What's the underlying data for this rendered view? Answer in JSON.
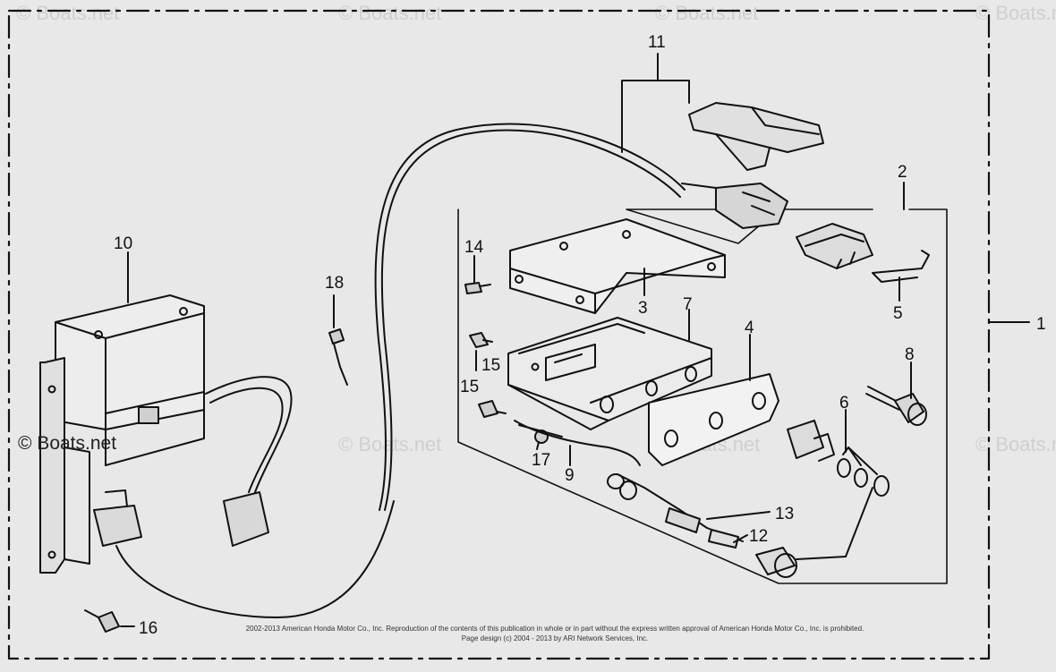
{
  "watermark": {
    "text": "© Boats.net",
    "main_text": "© Boats.net"
  },
  "callouts": {
    "c1": "1",
    "c2": "2",
    "c3": "3",
    "c4": "4",
    "c5": "5",
    "c6": "6",
    "c7": "7",
    "c8": "8",
    "c9": "9",
    "c10": "10",
    "c11": "11",
    "c12": "12",
    "c13": "13",
    "c14": "14",
    "c15a": "15",
    "c15b": "15",
    "c16": "16",
    "c17": "17",
    "c18": "18"
  },
  "copyright": {
    "line1": "2002-2013 American Honda Motor Co., Inc. Reproduction of the contents of this publication in whole or in part without the express written approval of American Honda Motor Co., Inc. is prohibited.",
    "line2": "Page design (c) 2004 - 2013 by ARI Network Services, Inc."
  },
  "colors": {
    "background": "#e8e8e8",
    "ink": "#111111",
    "watermark": "#cfcfcf"
  }
}
